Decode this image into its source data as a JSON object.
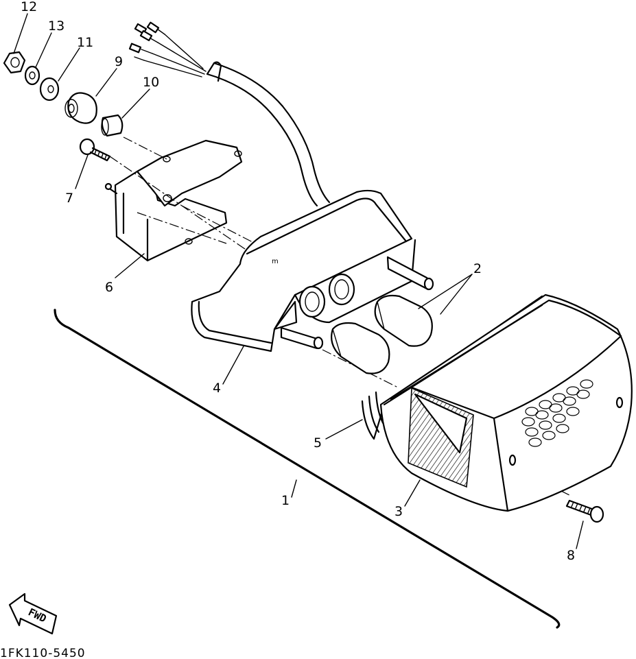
{
  "diagram": {
    "part_code": "1FK110-5450",
    "direction_label": "FWD",
    "callouts": [
      "1",
      "2",
      "3",
      "4",
      "5",
      "6",
      "7",
      "8",
      "9",
      "10",
      "11",
      "12",
      "13"
    ]
  }
}
